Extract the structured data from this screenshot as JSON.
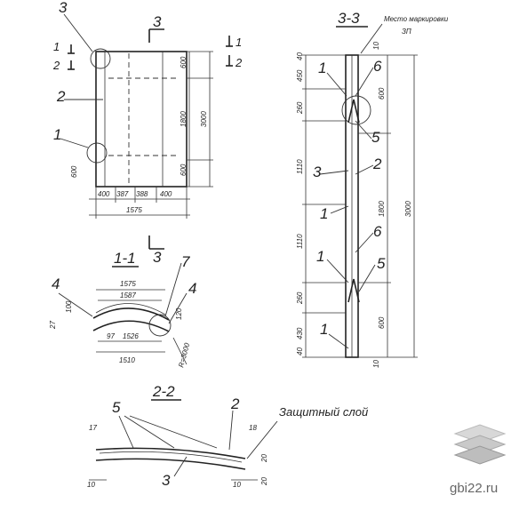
{
  "views": {
    "elevation": {
      "section_mark": "3",
      "callouts": [
        "3",
        "1",
        "2",
        "2",
        "1"
      ],
      "cut_marks": {
        "left_1": "1",
        "left_2": "2",
        "right_1": "1",
        "right_2": "2"
      },
      "dims_vertical": [
        "600",
        "1800",
        "600",
        "3000",
        "600"
      ],
      "dims_bottom": [
        "400",
        "387",
        "388",
        "400"
      ],
      "dim_total": "1575",
      "bottom_mark": "3"
    },
    "section_1_1": {
      "title": "1-1",
      "callouts": [
        "4",
        "7",
        "4"
      ],
      "dims": {
        "top1": "1575",
        "top2": "1587",
        "bottom1": "1526",
        "bottom2": "1510",
        "left_h": "100",
        "left_d": "27",
        "left_small": "97",
        "right_d": "120",
        "radius": "R=3000"
      }
    },
    "section_3_3": {
      "title": "3-3",
      "marking_label": "Место маркировки",
      "marking_code": "ЗП",
      "callouts": [
        "1",
        "6",
        "5",
        "3",
        "2",
        "1",
        "6",
        "1",
        "5",
        "1"
      ],
      "dims_left": [
        "40",
        "450",
        "260",
        "1110",
        "1110",
        "260",
        "430",
        "40"
      ],
      "dims_right": [
        "10",
        "600",
        "1800",
        "600",
        "10"
      ],
      "dim_total": "3000"
    },
    "section_2_2": {
      "title": "2-2",
      "callouts": [
        "5",
        "2",
        "3"
      ],
      "protective_layer": "Защитный слой",
      "dims": [
        "17",
        "10",
        "18",
        "20",
        "10",
        "20"
      ]
    }
  },
  "watermark": {
    "text": "gbi22.ru"
  }
}
